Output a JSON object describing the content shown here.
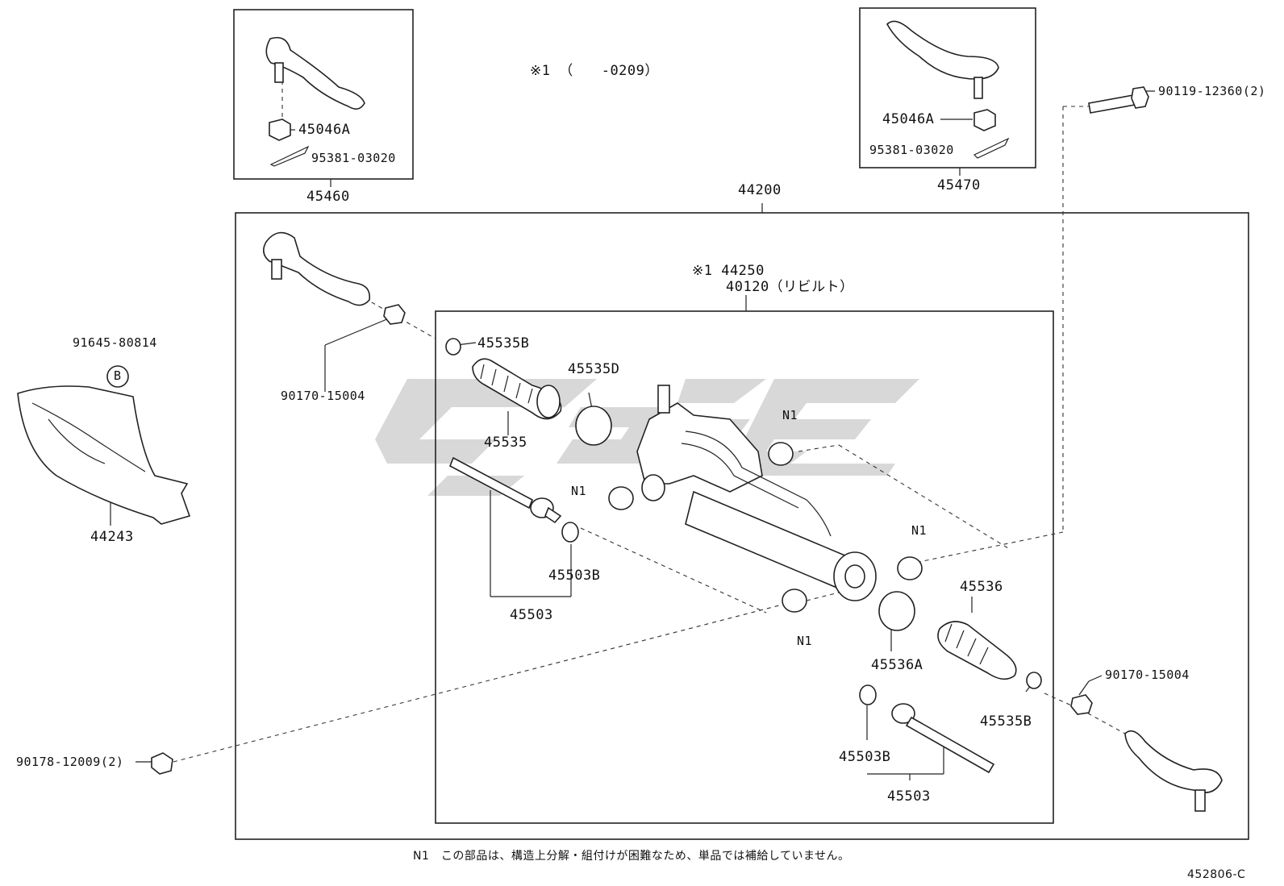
{
  "title_note": "※1 （　　-0209）",
  "rebuilt_group": {
    "line1": "※1 44250",
    "line2": "40120（リビルト）"
  },
  "labels": {
    "l45460": "45460",
    "l45470": "45470",
    "l44200": "44200",
    "l45046A_left": "45046A",
    "l95381_left": "95381-03020",
    "l45046A_right": "45046A",
    "l95381_right": "95381-03020",
    "l90119": "90119-12360(2)",
    "l91645": "91645-80814",
    "lB": "B",
    "l44243": "44243",
    "l90170_left": "90170-15004",
    "l90170_right": "90170-15004",
    "l90178": "90178-12009(2)",
    "l45535B_top": "45535B",
    "l45535D": "45535D",
    "l45535": "45535",
    "lN1_a": "N1",
    "lN1_b": "N1",
    "lN1_c": "N1",
    "lN1_d": "N1",
    "l45503B_left": "45503B",
    "l45503_left": "45503",
    "l45536": "45536",
    "l45536A": "45536A",
    "l45535B_bottom": "45535B",
    "l45503B_right": "45503B",
    "l45503_right": "45503"
  },
  "footnote": "N1　この部品は、構造上分解・組付けが困難なため、単品では補給していません。",
  "diagram_code": "452806-C",
  "watermark_color": "#d4d4d4"
}
